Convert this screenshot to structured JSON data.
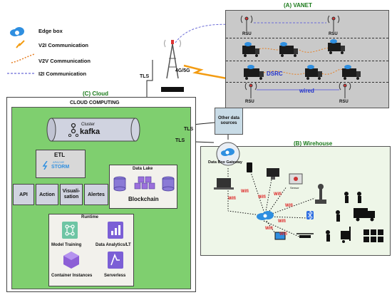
{
  "legend": {
    "edge_box": "Edge box",
    "v2i": "V2I Communication",
    "v2v": "V2V Communication",
    "i2i": "I2I Communication"
  },
  "vanet": {
    "title": "(A) VANET",
    "rsu": "RSU",
    "dsrc": "DSRC",
    "wired": "wired"
  },
  "tower": {
    "label": "4G/5G"
  },
  "tls": "TLS",
  "cloud": {
    "title": "(C) Cloud",
    "header": "CLOUD COMPUTING",
    "cluster": "Cluster",
    "kafka": "kafka",
    "etl": "ETL",
    "storm_top": "APACHE",
    "storm": "STORM",
    "api": "API",
    "action": "Action",
    "visualisation": "Visuali-\nsation",
    "alertes": "Alertes",
    "data_lake": "Data Lake",
    "blockchain": "Blockchain",
    "runtime": "Runtime",
    "model_training": "Model Training",
    "data_analytics": "Data Analytics/LT",
    "container_instances": "Container Instances",
    "serverless": "Serverless"
  },
  "other_data_sources": "Other data sources",
  "warehouse": {
    "title": "(B) Wirehouse",
    "gateway": "Data Box Gateway",
    "wifi": "Wifi",
    "sensor": "Sensor"
  },
  "colors": {
    "cloud_green": "#7fcf6f",
    "vanet_gray": "#c9c9c9",
    "title_green": "#1a7a1a",
    "wifi_red": "#d22222",
    "edge_blue": "#2f8fe0"
  }
}
